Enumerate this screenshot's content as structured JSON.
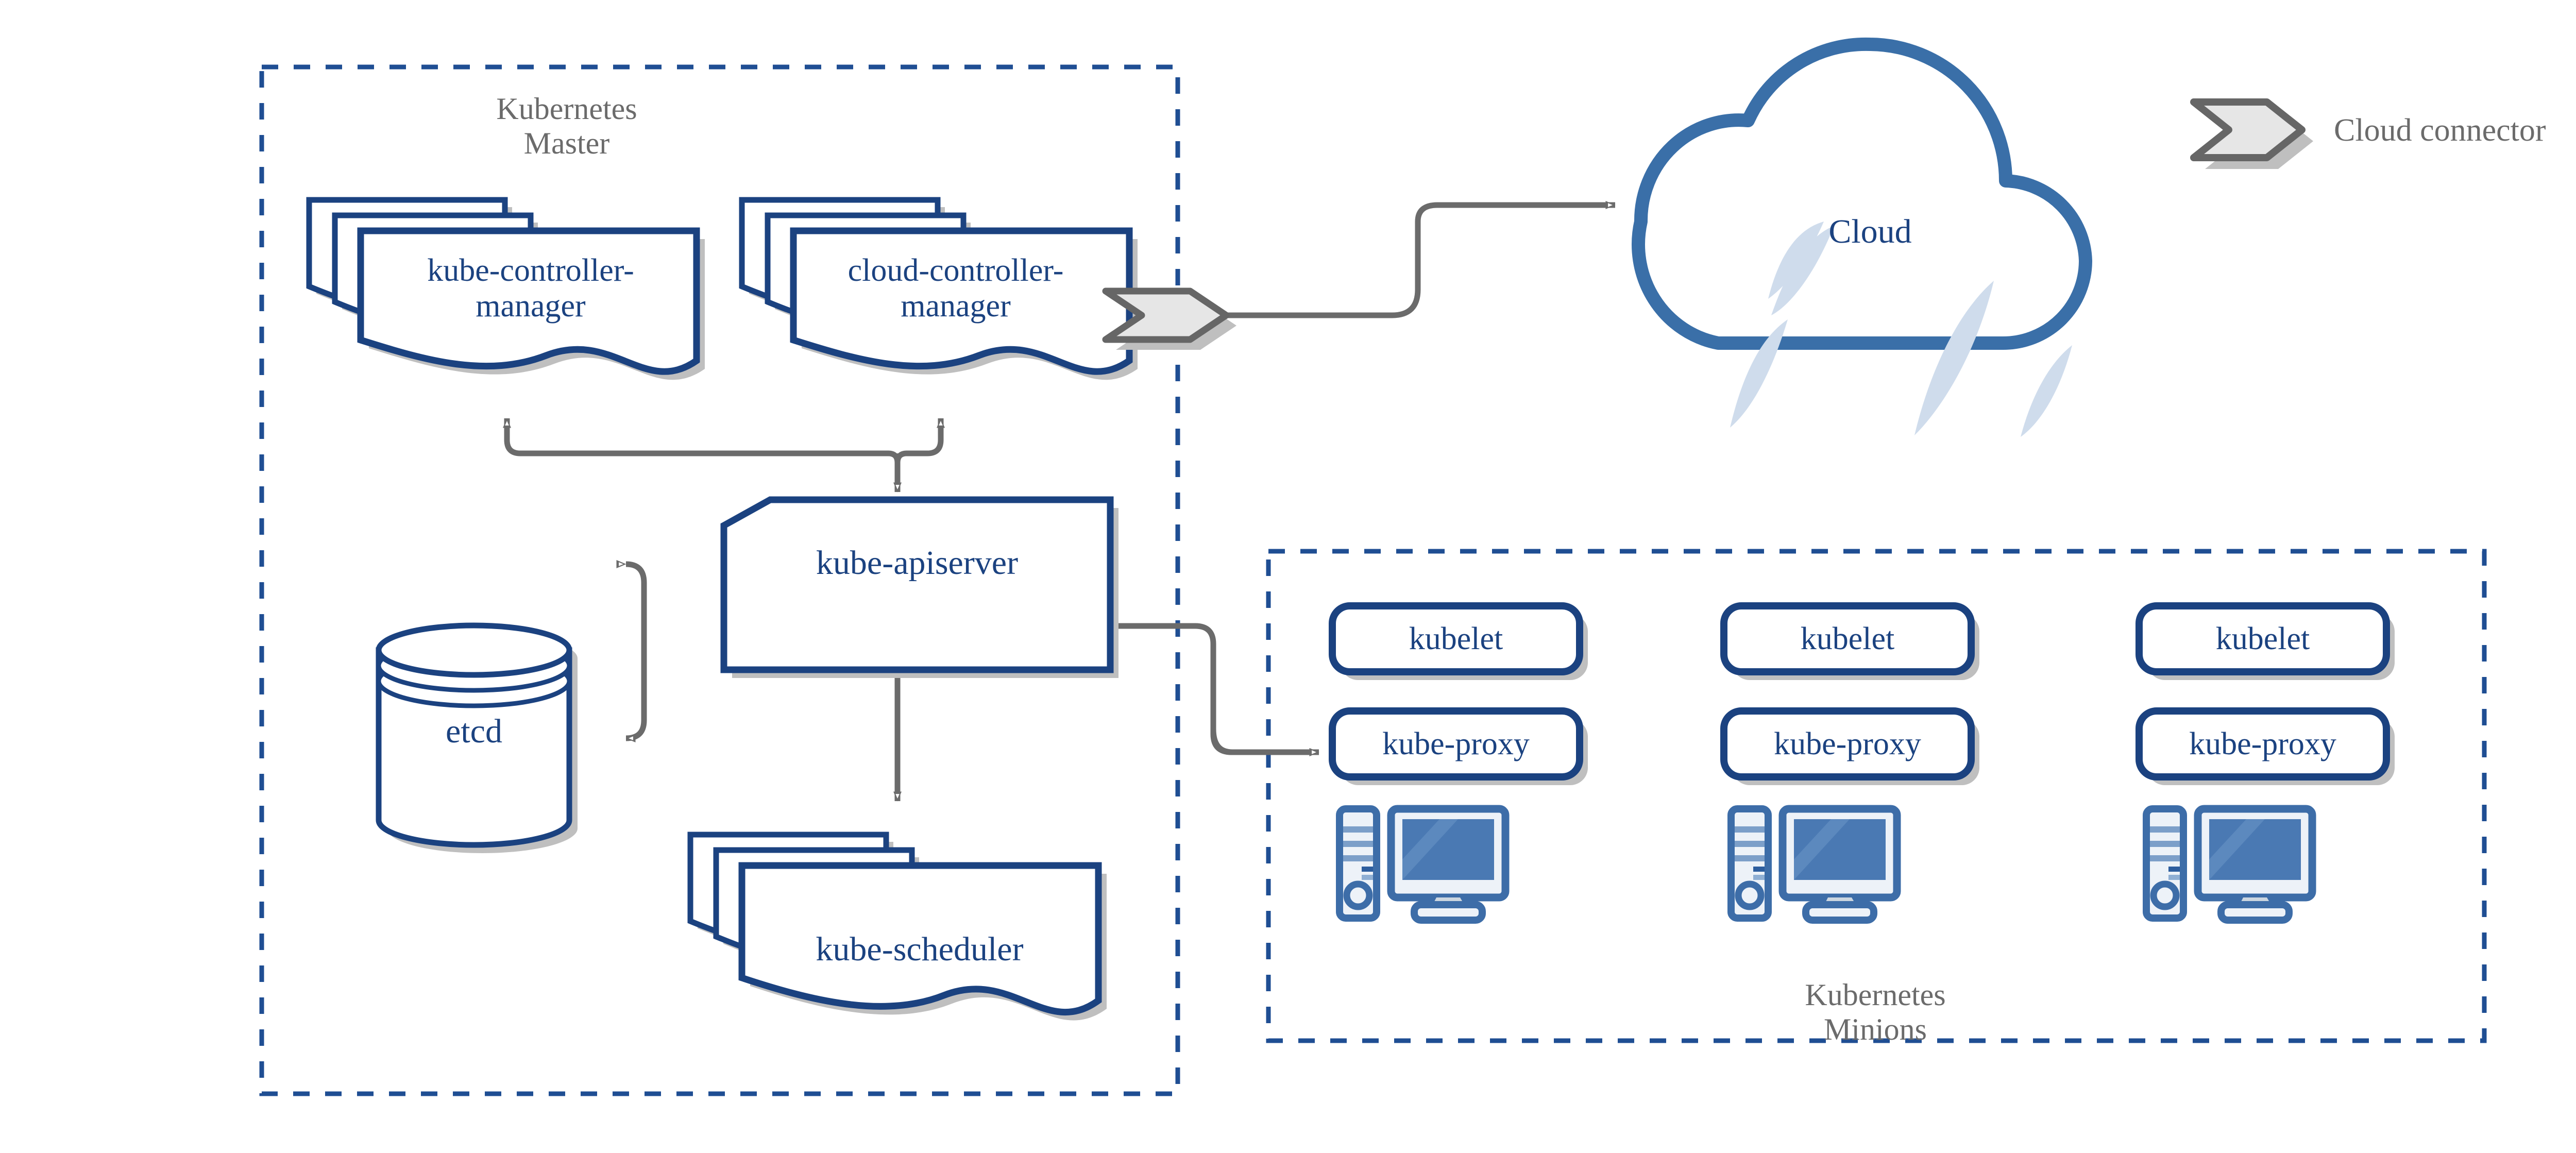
{
  "diagram": {
    "title": "Kubernetes Architecture",
    "background_color": "#ffffff",
    "colors": {
      "node_stroke": "#1B4280",
      "node_fill": "#ffffff",
      "node_text": "#1B4280",
      "group_border": "#1F4E93",
      "group_label_text": "#6B6B6B",
      "connector": "#6B6B6B",
      "shadow": "#BFBFBF",
      "cloud_stroke": "#3A6FA8",
      "cloud_highlight": "#CFDCEC",
      "connector_shape_fill": "#E6E6E6",
      "connector_shape_stroke": "#666666",
      "computer_blue": "#3D6DA8",
      "computer_light": "#EDF2F8",
      "computer_screen": "#4A79B3",
      "computer_screen_light": "#5C89BE"
    }
  },
  "groups": [
    {
      "id": "kubernetes-master",
      "label": "Kubernetes\nMaster"
    },
    {
      "id": "kubernetes-minions",
      "label": "Kubernetes\nMinions"
    }
  ],
  "nodes": {
    "kube_controller_manager": {
      "label": "kube-controller-\nmanager",
      "shape": "document-stack"
    },
    "cloud_controller_manager": {
      "label": "cloud-controller-\nmanager",
      "shape": "document-stack"
    },
    "kube_apiserver": {
      "label": "kube-apiserver",
      "shape": "cut-corner-rect"
    },
    "etcd": {
      "label": "etcd",
      "shape": "cylinder"
    },
    "kube_scheduler": {
      "label": "kube-scheduler",
      "shape": "document-stack"
    },
    "cloud": {
      "label": "Cloud",
      "shape": "cloud"
    }
  },
  "minions": [
    {
      "kubelet": "kubelet",
      "kube_proxy": "kube-proxy",
      "computer": "computer-icon"
    },
    {
      "kubelet": "kubelet",
      "kube_proxy": "kube-proxy",
      "computer": "computer-icon"
    },
    {
      "kubelet": "kubelet",
      "kube_proxy": "kube-proxy",
      "computer": "computer-icon"
    }
  ],
  "legend": {
    "label": "Cloud connector",
    "icon": "chevron-connector-icon"
  },
  "connectors": [
    {
      "id": "ccm-to-cloud",
      "from": "cloud-controller-manager",
      "to": "cloud",
      "direction": "one-way"
    },
    {
      "id": "kcm-to-apiserver",
      "from": "kube-apiserver",
      "to": "kube-controller-manager",
      "direction": "one-way"
    },
    {
      "id": "ccm-to-apiserver",
      "from": "kube-apiserver",
      "to": "cloud-controller-manager",
      "direction": "one-way"
    },
    {
      "id": "apiserver-to-etcd",
      "from": "kube-apiserver",
      "to": "etcd",
      "direction": "two-way"
    },
    {
      "id": "apiserver-to-scheduler",
      "from": "kube-apiserver",
      "to": "kube-scheduler",
      "direction": "two-way"
    },
    {
      "id": "apiserver-to-minions",
      "from": "kube-apiserver",
      "to": "kubelet-and-kube-proxy",
      "direction": "two-way"
    }
  ]
}
